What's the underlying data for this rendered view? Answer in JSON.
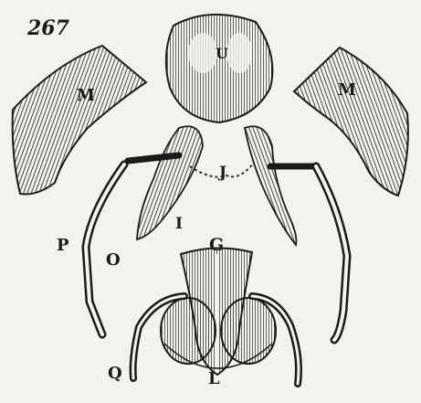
{
  "figure": {
    "number": "267",
    "labels": {
      "U": "U",
      "M_left": "M",
      "M_right": "M",
      "J": "J",
      "I": "I",
      "G": "G",
      "P": "P",
      "O": "O",
      "Q": "Q",
      "L": "L"
    },
    "colors": {
      "ink": "#1a1a1a",
      "paper": "#f4f2ed"
    }
  }
}
